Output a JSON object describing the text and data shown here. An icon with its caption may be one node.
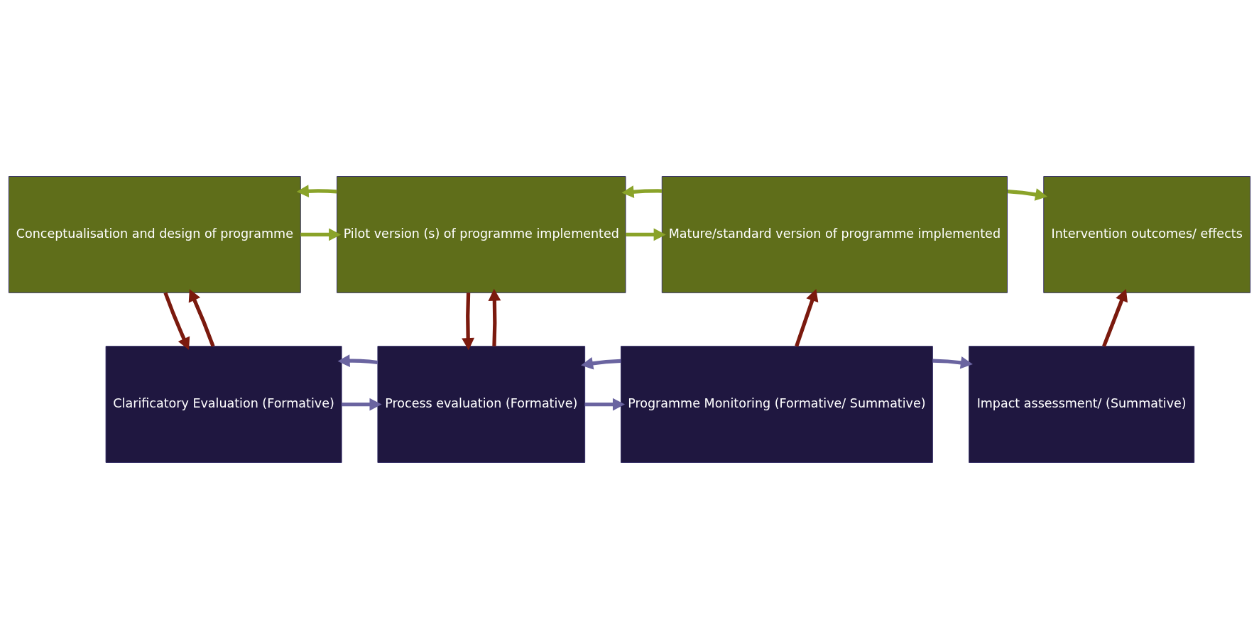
{
  "diagram": {
    "nodes": [
      {
        "text": [
          "Conceptualisation and design of programme"
        ]
      },
      {
        "text": [
          "Pilot version (s) of programme implemented"
        ]
      },
      {
        "text": [
          "Mature/standard version of programme implemented"
        ]
      },
      {
        "text": [
          "Intervention outcomes/ effects"
        ]
      },
      {
        "text": [
          "Clarificatory Evaluation (Formative)"
        ]
      },
      {
        "text": [
          "Process evaluation (Formative)"
        ]
      },
      {
        "text": [
          "Programme Monitoring (Formative/ Summative)"
        ]
      },
      {
        "text": [
          "Impact assessment/ (Summative)"
        ]
      }
    ],
    "edges": [
      {
        "from": 0,
        "to": 1,
        "arrow": "to",
        "color": "#8aa329"
      },
      {
        "from": 1,
        "to": 0,
        "arrow": "to",
        "color": "#8aa329"
      },
      {
        "from": 1,
        "to": 2,
        "arrow": "to",
        "color": "#8aa329"
      },
      {
        "from": 2,
        "to": 1,
        "arrow": "to",
        "color": "#8aa329"
      },
      {
        "from": 2,
        "to": 3,
        "arrow": "to",
        "color": "#8aa329"
      },
      {
        "from": 4,
        "to": 0,
        "arrow": "to",
        "color": "#7b1a0e"
      },
      {
        "from": 0,
        "to": 4,
        "arrow": "to",
        "color": "#7b1a0e"
      },
      {
        "from": 5,
        "to": 1,
        "arrow": "to",
        "color": "#7b1a0e"
      },
      {
        "from": 1,
        "to": 5,
        "arrow": "to",
        "color": "#7b1a0e"
      },
      {
        "from": 6,
        "to": 2,
        "arrow": "to",
        "color": "#7b1a0e"
      },
      {
        "from": 7,
        "to": 3,
        "arrow": "to",
        "color": "#7b1a0e"
      },
      {
        "from": 4,
        "to": 5,
        "arrow": "to",
        "color": "#6a64a0"
      },
      {
        "from": 5,
        "to": 4,
        "arrow": "to",
        "color": "#6a64a0"
      },
      {
        "from": 5,
        "to": 6,
        "arrow": "to",
        "color": "#6a64a0"
      },
      {
        "from": 6,
        "to": 5,
        "arrow": "to",
        "color": "#6a64a0"
      },
      {
        "from": 6,
        "to": 7,
        "arrow": "to",
        "color": "#6a64a0"
      }
    ]
  }
}
